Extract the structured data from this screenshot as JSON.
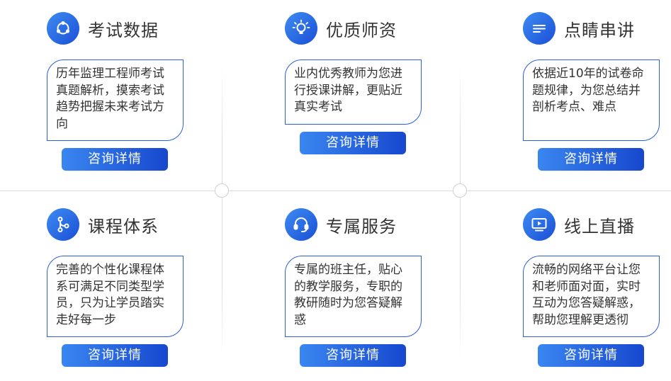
{
  "cards": [
    {
      "title": "考试数据",
      "icon": "data-chart-icon",
      "desc": "历年监理工程师考试真题解析，摸索考试趋势把握未来考试方向",
      "button": "咨询详情"
    },
    {
      "title": "优质师资",
      "icon": "lightbulb-icon",
      "desc": "业内优秀教师为您进行授课讲解，更贴近真实考试",
      "button": "咨询详情"
    },
    {
      "title": "点睛串讲",
      "icon": "list-lines-icon",
      "desc": "依据近10年的试卷命题规律，为您总结并剖析考点、难点",
      "button": "咨询详情"
    },
    {
      "title": "课程体系",
      "icon": "branch-tree-icon",
      "desc": "完善的个性化课程体系可满足不同类型学员，只为让学员踏实走好每一步",
      "button": "咨询详情"
    },
    {
      "title": "专属服务",
      "icon": "headset-icon",
      "desc": "专属的班主任，贴心的教学服务，专职的教研随时为您答疑解惑",
      "button": "咨询详情"
    },
    {
      "title": "线上直播",
      "icon": "play-screen-icon",
      "desc": "流畅的网络平台让您和老师面对面，实时互动为您答疑解惑，帮助您理解更透彻",
      "button": "咨询详情"
    }
  ],
  "colors": {
    "accent": "#1f5ddb",
    "accent_light": "#3f8cf2",
    "text": "#333333",
    "divider": "#dcdcdc"
  }
}
